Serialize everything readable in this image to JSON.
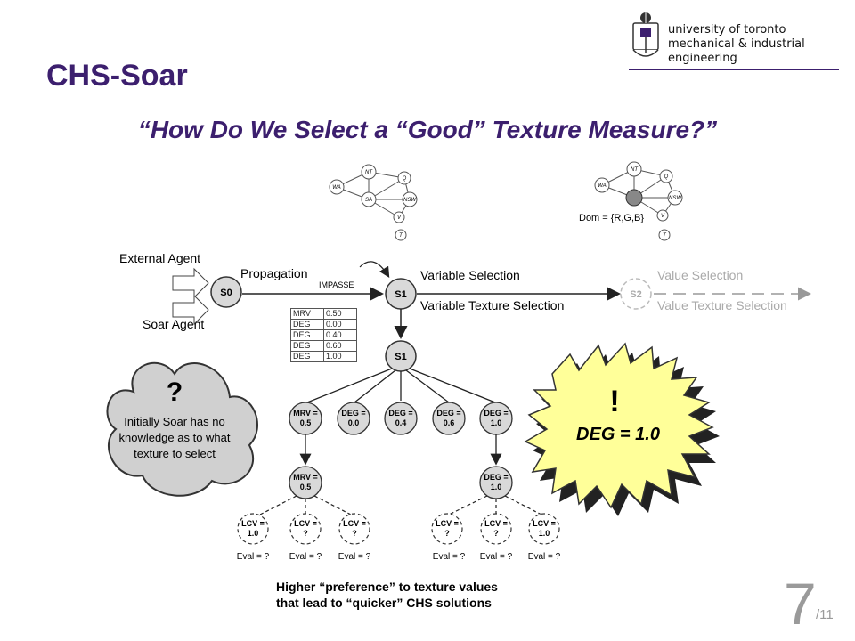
{
  "header": {
    "title": "CHS-Soar",
    "subtitle": "“How Do We Select a “Good” Texture Measure?”",
    "university_line1": "university of toronto",
    "university_line2": "mechanical & industrial engineering"
  },
  "graph_a": {
    "nodes": [
      "NT",
      "WA",
      "Q",
      "SA",
      "NSW",
      "V",
      "T"
    ]
  },
  "graph_b": {
    "nodes": [
      "NT",
      "WA",
      "Q",
      "NSW",
      "V",
      "T"
    ],
    "domain": "Dom = {R,G,B}"
  },
  "flow": {
    "external_agent": "External Agent",
    "soar_agent": "Soar Agent",
    "propagation": "Propagation",
    "impasse": "IMPASSE",
    "s0": "S0",
    "s1": "S1",
    "s2": "S2",
    "variable_selection": "Variable Selection",
    "variable_texture_selection": "Variable Texture Selection",
    "value_selection": "Value Selection",
    "value_texture_selection": "Value Texture Selection"
  },
  "texture_table": [
    [
      "MRV",
      "0.50"
    ],
    [
      "DEG",
      "0.00"
    ],
    [
      "DEG",
      "0.40"
    ],
    [
      "DEG",
      "0.60"
    ],
    [
      "DEG",
      "1.00"
    ]
  ],
  "tree": {
    "s1_child": "S1",
    "level1": [
      {
        "l1": "MRV =",
        "l2": "0.5"
      },
      {
        "l1": "DEG =",
        "l2": "0.0"
      },
      {
        "l1": "DEG =",
        "l2": "0.4"
      },
      {
        "l1": "DEG =",
        "l2": "0.6"
      },
      {
        "l1": "DEG =",
        "l2": "1.0"
      }
    ],
    "level2_left": {
      "l1": "MRV =",
      "l2": "0.5"
    },
    "level2_right": {
      "l1": "DEG =",
      "l2": "1.0"
    },
    "leaves": [
      {
        "l1": "LCV =",
        "l2": "1.0",
        "eval": "Eval = ?"
      },
      {
        "l1": "LCV =",
        "l2": "?",
        "eval": "Eval = ?"
      },
      {
        "l1": "LCV =",
        "l2": "?",
        "eval": "Eval = ?"
      },
      {
        "l1": "LCV =",
        "l2": "?",
        "eval": "Eval = ?"
      },
      {
        "l1": "LCV =",
        "l2": "?",
        "eval": "Eval = ?"
      },
      {
        "l1": "LCV =",
        "l2": "1.0",
        "eval": "Eval = ?"
      }
    ]
  },
  "cloud": {
    "mark": "?",
    "line1": "Initially Soar has no",
    "line2": "knowledge as to what",
    "line3": "texture to select"
  },
  "burst": {
    "mark": "!",
    "text": "DEG = 1.0",
    "color": "#ffff99"
  },
  "caption": {
    "line1": "Higher “preference” to texture values",
    "line2": "that lead to “quicker” CHS solutions"
  },
  "page": {
    "number": "7",
    "total": "/11"
  },
  "colors": {
    "title": "#3c1f6e",
    "node_fill": "#d9d9d9",
    "cloud_fill": "#d0d0d0"
  }
}
